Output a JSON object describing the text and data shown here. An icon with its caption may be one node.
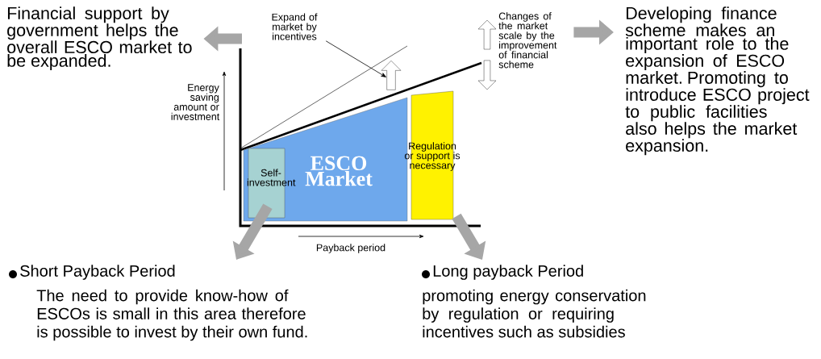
{
  "diagram": {
    "nodes": [
      {
        "text": [
          "Financial support by government helps the overall ESCO market to be expanded."
        ]
      },
      {
        "text": [
          "Expand of market by incentives"
        ]
      },
      {
        "text": [
          "Changes of the market scale by the improvement of financial scheme"
        ]
      },
      {
        "text": [
          "Developing finance scheme makes an important role to the expansion of ESCO market. Promoting to introduce ESCO project to public facilities also helps the market expansion."
        ]
      },
      {
        "text": [
          "ESCO Market"
        ]
      },
      {
        "text": [
          "Self-investment"
        ],
        "in": 4
      },
      {
        "text": [
          "Regulation or support is necessary"
        ]
      },
      {
        "text": [
          "Short Payback Period",
          "The need to provide know-how of ESCOs is small in this area therefore is possible to invest by their own fund."
        ]
      },
      {
        "text": [
          "Long payback Period",
          "promoting energy conservation by regulation or requiring incentives such as subsidies"
        ]
      },
      {
        "text": [],
        "shape": "arrow"
      }
    ],
    "edges": [
      {
        "from": null,
        "to": 0,
        "arrow": "to"
      },
      {
        "from": 1,
        "to": 9,
        "arrow": "to",
        "color": "#000000"
      },
      {
        "from": 2,
        "to": 3,
        "arrow": "to"
      },
      {
        "from": 5,
        "to": 7,
        "arrow": "to"
      },
      {
        "from": 6,
        "to": 8,
        "arrow": "to"
      }
    ],
    "labels": [
      "Energy saving amount or investment",
      "Payback period"
    ]
  }
}
